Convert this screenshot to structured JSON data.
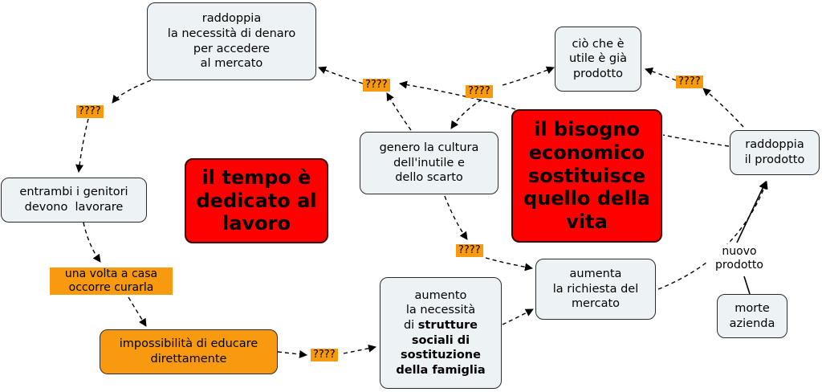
{
  "nodes": {
    "raddoppia_denaro": [
      "raddoppia",
      "la necessità di denaro",
      "per accedere",
      "al mercato"
    ],
    "cio_che_utile": [
      "ciò che è",
      "utile è già",
      "prodotto"
    ],
    "entrambi_genitori": [
      "entrambi i genitori",
      "devono  lavorare"
    ],
    "tempo_lavoro": [
      "il tempo è",
      "dedicato al",
      "lavoro"
    ],
    "genero_cultura": [
      "genero la cultura",
      "dell'inutile e",
      "dello scarto"
    ],
    "bisogno_economico": [
      "il bisogno",
      "economico",
      "sostituisce",
      "quello della",
      "vita"
    ],
    "raddoppia_prodotto": [
      "raddoppia",
      "il prodotto"
    ],
    "impossibilita": [
      "impossibilità di educare",
      "direttamente"
    ],
    "aumento_necessita": {
      "line1": "aumento",
      "line2": "la necessità",
      "line3_pre": "di ",
      "line3_bold": "strutture",
      "bold_lines": [
        "sociali di",
        "sostituzione",
        "della famiglia"
      ]
    },
    "aumenta_richiesta": [
      "aumenta",
      "la richiesta del",
      "mercato"
    ],
    "morte_azienda": [
      "morte",
      "azienda"
    ]
  },
  "link_labels": {
    "q1": "????",
    "q2": "????",
    "q3": "????",
    "q4": "????",
    "q5": "????",
    "q6": "????",
    "volta_casa": [
      "una volta a casa",
      "occorre curarla"
    ],
    "nuovo_prodotto": [
      "nuovo",
      "prodotto"
    ]
  },
  "colors": {
    "concept_fill": "#edf2f4",
    "link_fill": "#f79a10",
    "highlight_fill": "#ff0000",
    "border": "#2b2b2b"
  }
}
